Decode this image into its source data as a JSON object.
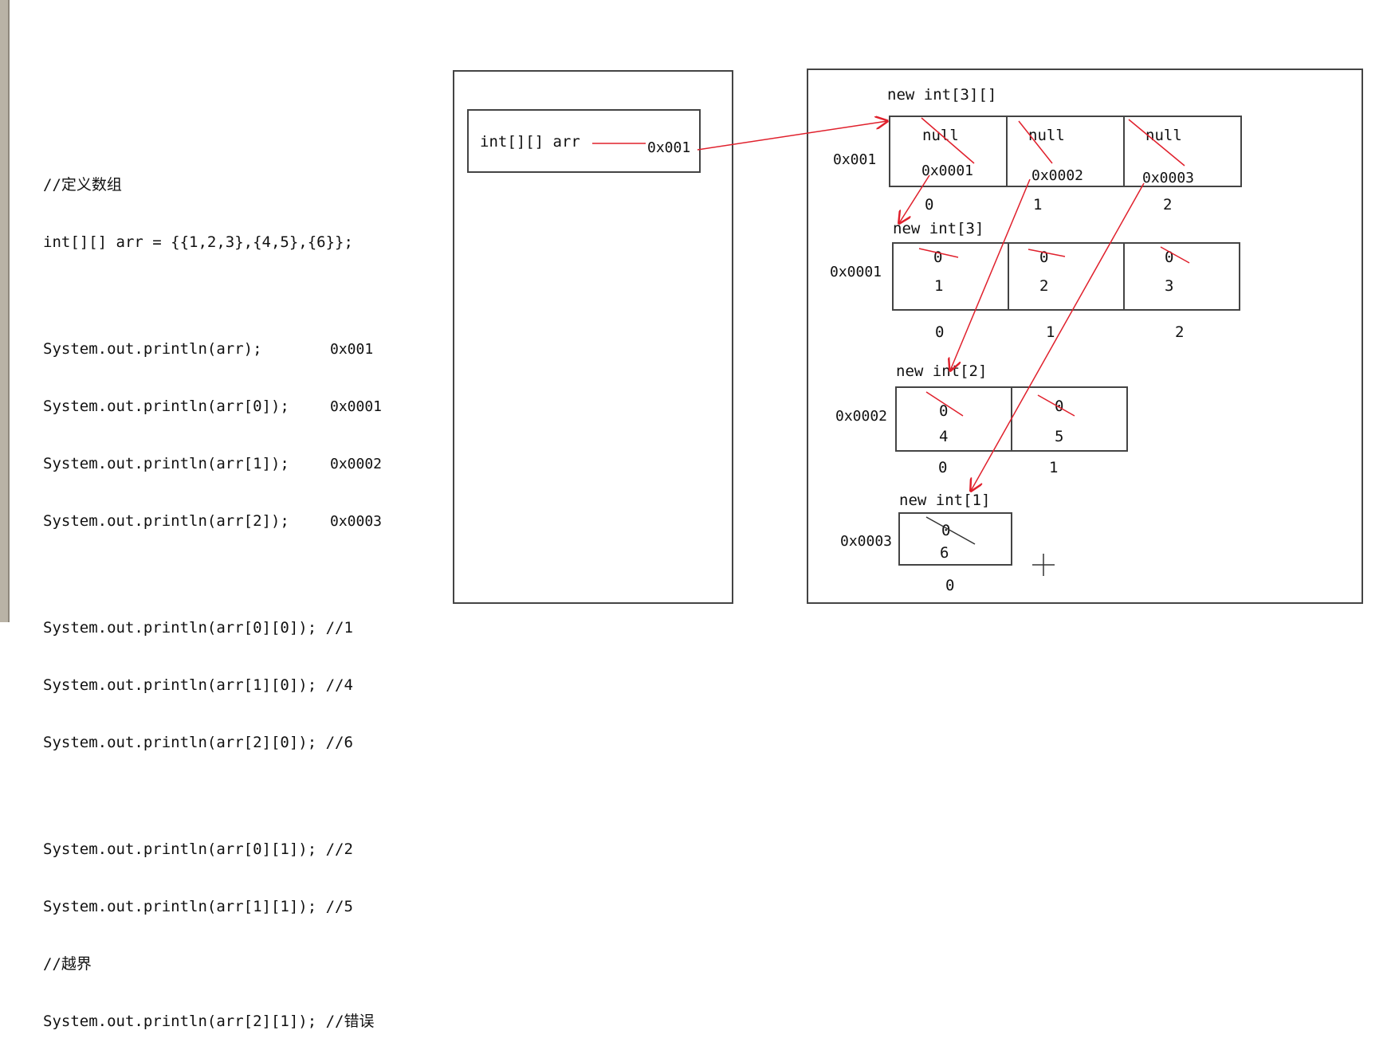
{
  "code": {
    "comment_define": "//定义数组",
    "declaration": "int[][] arr = {{1,2,3},{4,5},{6}};",
    "print_arr": "System.out.println(arr);",
    "print_arr0": "System.out.println(arr[0]);",
    "print_arr1": "System.out.println(arr[1]);",
    "print_arr2": "System.out.println(arr[2]);",
    "out_arr": "0x001",
    "out_arr0": "0x0001",
    "out_arr1": "0x0002",
    "out_arr2": "0x0003",
    "print_00": "System.out.println(arr[0][0]); //1",
    "print_10": "System.out.println(arr[1][0]); //4",
    "print_20": "System.out.println(arr[2][0]); //6",
    "print_01": "System.out.println(arr[0][1]); //2",
    "print_11": "System.out.println(arr[1][1]); //5",
    "comment_oob": "//越界",
    "print_21": "System.out.println(arr[2][1]); //错误"
  },
  "stack": {
    "var_label": "int[][] arr",
    "var_value": "0x001"
  },
  "heap": {
    "outer": {
      "title": "new int[3][]",
      "address": "0x001",
      "cells": [
        {
          "old": "null",
          "value": "0x0001",
          "index": "0"
        },
        {
          "old": "null",
          "value": "0x0002",
          "index": "1"
        },
        {
          "old": "null",
          "value": "0x0003",
          "index": "2"
        }
      ]
    },
    "inner0": {
      "title": "new int[3]",
      "address": "0x0001",
      "cells": [
        {
          "old": "0",
          "value": "1",
          "index": "0"
        },
        {
          "old": "0",
          "value": "2",
          "index": "1"
        },
        {
          "old": "0",
          "value": "3",
          "index": "2"
        }
      ]
    },
    "inner1": {
      "title": "new int[2]",
      "address": "0x0002",
      "cells": [
        {
          "old": "0",
          "value": "4",
          "index": "0"
        },
        {
          "old": "0",
          "value": "5",
          "index": "1"
        }
      ]
    },
    "inner2": {
      "title": "new int[1]",
      "address": "0x0003",
      "cells": [
        {
          "old": "0",
          "value": "6",
          "index": "0"
        }
      ]
    }
  },
  "colors": {
    "arrow": "#e0202c",
    "border": "#444444",
    "text": "#111111"
  }
}
